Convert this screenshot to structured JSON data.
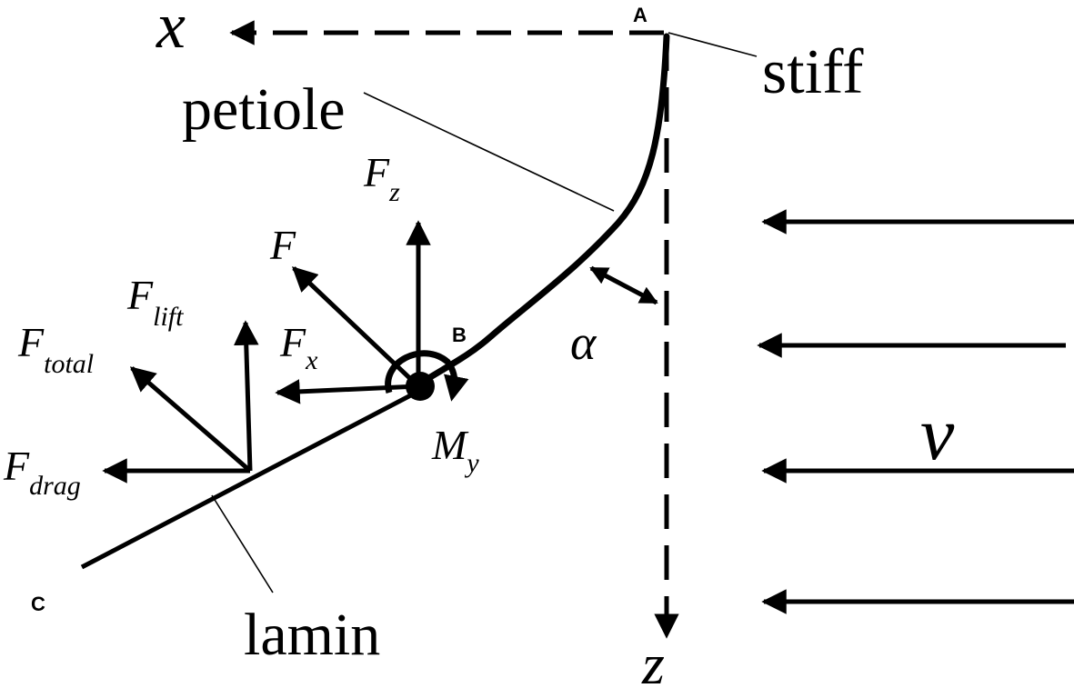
{
  "axes": {
    "x_label": "x",
    "z_label": "z"
  },
  "points": {
    "A": "A",
    "B": "B",
    "C": "C"
  },
  "labels": {
    "stiff": "stiff",
    "petiole": "petiole",
    "lamin": "lamin",
    "alpha": "α",
    "velocity": "v"
  },
  "forces": {
    "F_z": {
      "base": "F",
      "sub": "z"
    },
    "F": {
      "base": "F"
    },
    "F_x": {
      "base": "F",
      "sub": "x"
    },
    "F_lift": {
      "base": "F",
      "sub": "lift"
    },
    "F_total": {
      "base": "F",
      "sub": "total"
    },
    "F_drag": {
      "base": "F",
      "sub": "drag"
    },
    "M_y": {
      "base": "M",
      "sub": "y"
    }
  },
  "colors": {
    "ink": "#000000",
    "background": "#ffffff"
  },
  "icons": {
    "moment": "curved-arrow-icon",
    "flow": "left-arrow-icon"
  }
}
